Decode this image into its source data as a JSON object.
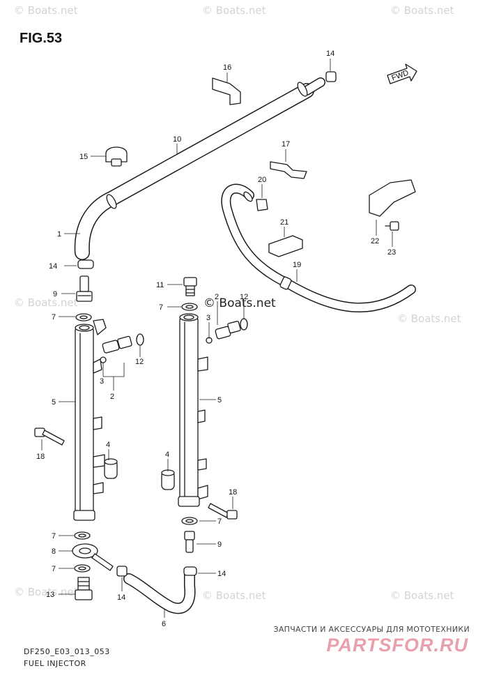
{
  "figure": {
    "title": "FIG.53",
    "code": "DF250_E03_013_053",
    "name": "FUEL INJECTOR"
  },
  "watermarks": {
    "site": "© Boats.net",
    "center": "© Boats.net"
  },
  "shop": {
    "tagline": "ЗАПЧАСТИ И АКСЕССУАРЫ ДЛЯ МОТОТЕХНИКИ",
    "logo": "PARTSFOR.RU"
  },
  "fwd_label": "FWD",
  "callouts": {
    "c14a": "14",
    "c16": "16",
    "c10": "10",
    "c15": "15",
    "c17": "17",
    "c20": "20",
    "c1": "1",
    "c22": "22",
    "c23": "23",
    "c21": "21",
    "c14b": "14",
    "c19": "19",
    "c9a": "9",
    "c11": "11",
    "c7a": "7",
    "c7b": "7",
    "c2a": "2",
    "c12a": "12",
    "c3a": "3",
    "c12b": "12",
    "c3b": "3",
    "c2b": "2",
    "c5a": "5",
    "c5b": "5",
    "c18a": "18",
    "c4a": "4",
    "c4b": "4",
    "c18b": "18",
    "c7c": "7",
    "c7d": "7",
    "c8": "8",
    "c9b": "9",
    "c7e": "7",
    "c14c": "14",
    "c13": "13",
    "c14d": "14",
    "c6": "6"
  },
  "colors": {
    "line": "#1a1a1a",
    "watermark": "#d3d3d3",
    "logo": "#e8a0ac"
  }
}
